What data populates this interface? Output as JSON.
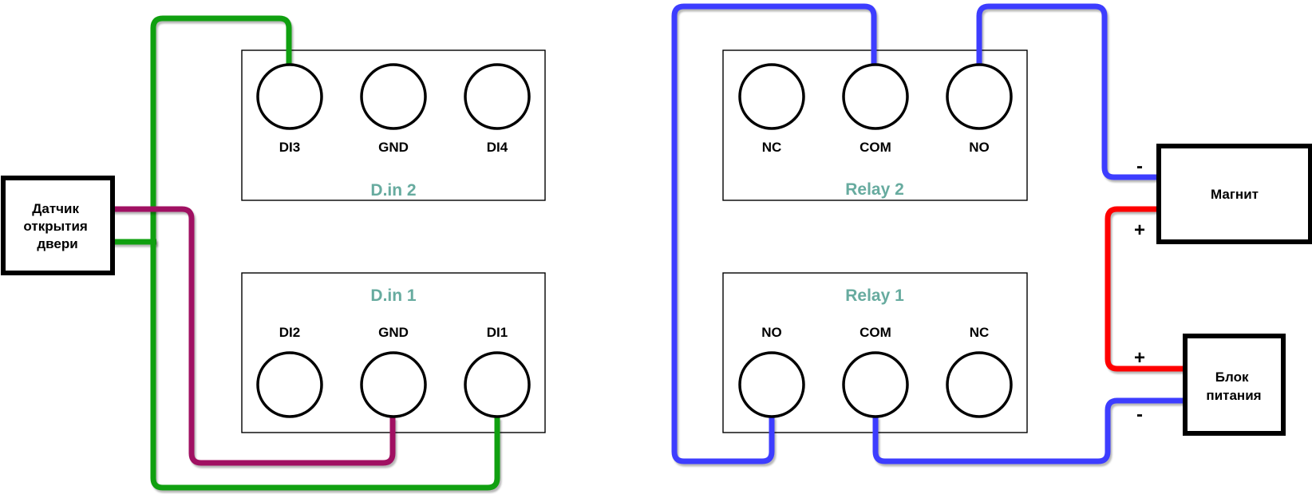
{
  "diagram": {
    "colors": {
      "wire_green": "#10a010",
      "wire_magenta": "#a01062",
      "wire_blue": "#3d3dff",
      "wire_red": "#ff0000",
      "label_teal": "#67ab9f",
      "box_border": "#000000",
      "background": "#ffffff"
    },
    "sensor": {
      "line1": "Датчик",
      "line2": "открытия",
      "line3": "двери"
    },
    "din2": {
      "title": "D.in 2",
      "terminals": [
        "DI3",
        "GND",
        "DI4"
      ]
    },
    "din1": {
      "title": "D.in 1",
      "terminals": [
        "DI2",
        "GND",
        "DI1"
      ]
    },
    "relay2": {
      "title": "Relay 2",
      "terminals": [
        "NC",
        "COM",
        "NO"
      ]
    },
    "relay1": {
      "title": "Relay 1",
      "terminals": [
        "NO",
        "COM",
        "NC"
      ]
    },
    "magnet": {
      "label": "Магнит",
      "minus": "-",
      "plus": "+"
    },
    "psu": {
      "line1": "Блок",
      "line2": "питания",
      "plus": "+",
      "minus": "-"
    }
  }
}
